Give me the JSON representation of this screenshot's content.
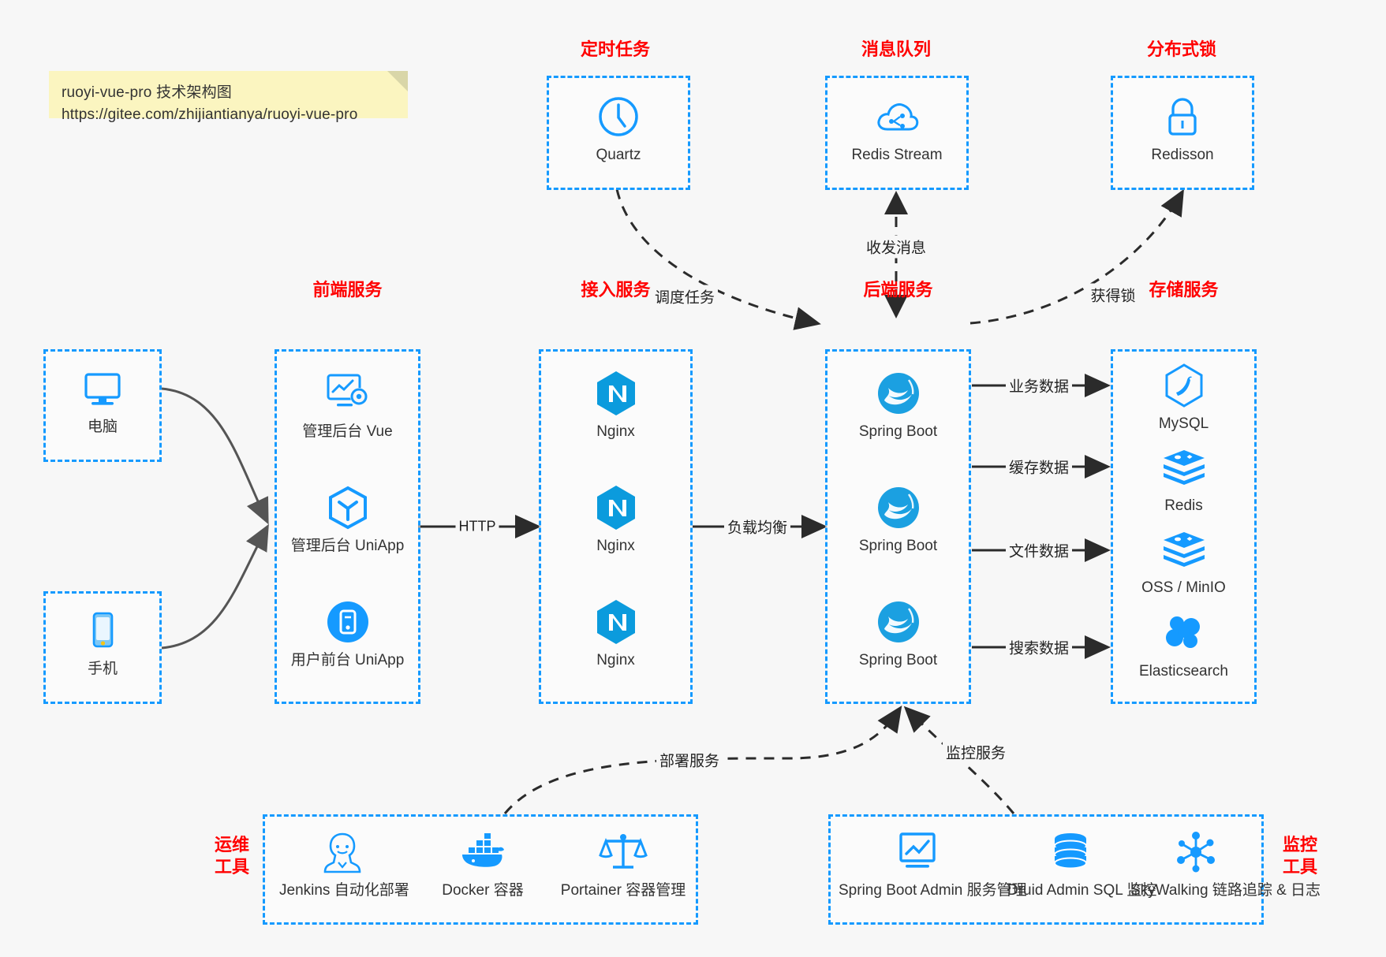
{
  "note": {
    "line1": "ruoyi-vue-pro 技术架构图",
    "line2": "https://gitee.com/zhijiantianya/ruoyi-vue-pro",
    "bg": "#fbf5c0"
  },
  "colors": {
    "accent": "#159aff",
    "title_red": "#ff0000",
    "arrow": "#2b2b2b",
    "background": "#f7f7f7"
  },
  "groups": {
    "scheduler": {
      "title": "定时任务",
      "nodes": [
        {
          "icon": "clock-icon",
          "label": "Quartz"
        }
      ]
    },
    "mq": {
      "title": "消息队列",
      "nodes": [
        {
          "icon": "cloud-stream-icon",
          "label": "Redis Stream"
        }
      ]
    },
    "lock": {
      "title": "分布式锁",
      "nodes": [
        {
          "icon": "padlock-icon",
          "label": "Redisson"
        }
      ]
    },
    "clients": {
      "nodes": [
        {
          "icon": "desktop-monitor-icon",
          "label": "电脑"
        },
        {
          "icon": "mobile-phone-icon",
          "label": "手机"
        }
      ]
    },
    "frontend": {
      "title": "前端服务",
      "nodes": [
        {
          "icon": "dashboard-vue-icon",
          "label": "管理后台 Vue"
        },
        {
          "icon": "uniapp-cube-icon",
          "label": "管理后台 UniApp"
        },
        {
          "icon": "mobile-app-icon",
          "label": "用户前台 UniApp"
        }
      ]
    },
    "gateway": {
      "title": "接入服务",
      "nodes": [
        {
          "icon": "nginx-icon",
          "label": "Nginx"
        },
        {
          "icon": "nginx-icon",
          "label": "Nginx"
        },
        {
          "icon": "nginx-icon",
          "label": "Nginx"
        }
      ]
    },
    "backend": {
      "title": "后端服务",
      "nodes": [
        {
          "icon": "spring-boot-icon",
          "label": "Spring Boot"
        },
        {
          "icon": "spring-boot-icon",
          "label": "Spring Boot"
        },
        {
          "icon": "spring-boot-icon",
          "label": "Spring Boot"
        }
      ]
    },
    "storage": {
      "title": "存储服务",
      "nodes": [
        {
          "icon": "mysql-icon",
          "label": "MySQL"
        },
        {
          "icon": "redis-icon",
          "label": "Redis"
        },
        {
          "icon": "oss-minio-icon",
          "label": "OSS / MinIO"
        },
        {
          "icon": "elasticsearch-icon",
          "label": "Elasticsearch"
        }
      ]
    },
    "devops": {
      "title_line1": "运维",
      "title_line2": "工具",
      "nodes": [
        {
          "icon": "jenkins-icon",
          "label": "Jenkins",
          "sub": "自动化部署"
        },
        {
          "icon": "docker-icon",
          "label": "Docker",
          "sub": "容器"
        },
        {
          "icon": "portainer-scale-icon",
          "label": "Portainer",
          "sub": "容器管理"
        }
      ]
    },
    "monitor": {
      "title_line1": "监控",
      "title_line2": "工具",
      "nodes": [
        {
          "icon": "spring-boot-admin-icon",
          "label": "Spring Boot Admin",
          "sub": "服务管理"
        },
        {
          "icon": "database-stack-icon",
          "label": "Druid Admin",
          "sub": "SQL 监控"
        },
        {
          "icon": "skywalking-icon",
          "label": "SkyWalking",
          "sub": "链路追踪 & 日志"
        }
      ]
    }
  },
  "edges": [
    {
      "id": "http",
      "label": "HTTP"
    },
    {
      "id": "load-balance",
      "label": "负载均衡"
    },
    {
      "id": "schedule",
      "label": "调度任务"
    },
    {
      "id": "mq-msg",
      "label": "收发消息"
    },
    {
      "id": "get-lock",
      "label": "获得锁"
    },
    {
      "id": "biz-data",
      "label": "业务数据"
    },
    {
      "id": "cache-data",
      "label": "缓存数据"
    },
    {
      "id": "file-data",
      "label": "文件数据"
    },
    {
      "id": "search-data",
      "label": "搜索数据"
    },
    {
      "id": "deploy",
      "label": "部署服务"
    },
    {
      "id": "monitoring",
      "label": "监控服务"
    }
  ]
}
